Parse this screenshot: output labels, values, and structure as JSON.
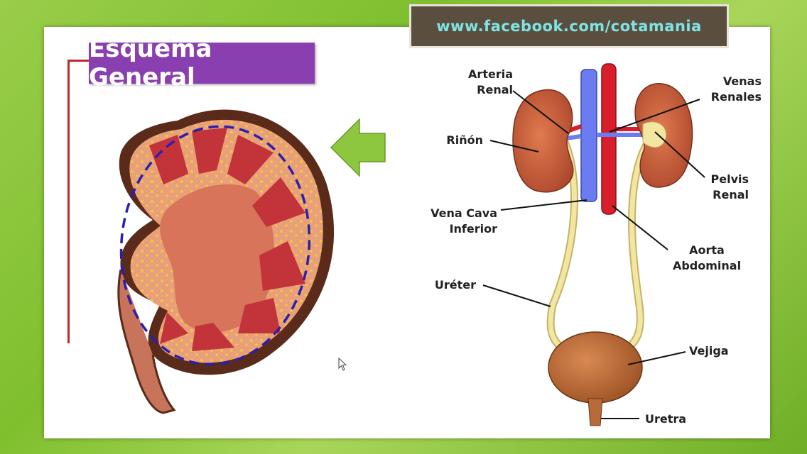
{
  "banner": {
    "url": "www.facebook.com/cotamania"
  },
  "title": "Esquema General",
  "labels": {
    "arteria_renal": [
      "Arteria",
      "Renal"
    ],
    "venas_renales": [
      "Venas",
      "Renales"
    ],
    "rinon": "Riñón",
    "pelvis_renal": [
      "Pelvis",
      "Renal"
    ],
    "vena_cava": [
      "Vena Cava",
      "Inferior"
    ],
    "aorta": [
      "Aorta",
      "Abdominal"
    ],
    "ureter": "Uréter",
    "vejiga": "Vejiga",
    "uretra": "Uretra"
  },
  "colors": {
    "title_bg": "#8a3fb0",
    "banner_bg": "#5a4f3f",
    "banner_text": "#7fe3e3",
    "arrow": "#8dc63f",
    "vena_cava": "#6b7cf0",
    "aorta": "#d81e2a",
    "kidney": "#c8613a",
    "ureter": "#f2e6a0"
  }
}
